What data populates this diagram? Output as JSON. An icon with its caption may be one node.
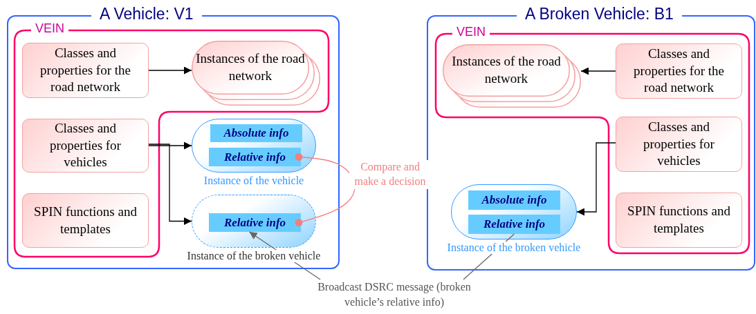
{
  "diagram": {
    "nodes": [
      {
        "text": [
          "A Vehicle: V1"
        ]
      },
      {
        "text": [
          "VEIN"
        ],
        "in": 0
      },
      {
        "text": [
          "Classes and properties for the road network"
        ],
        "in": 1
      },
      {
        "text": [
          "Instances of the road network"
        ],
        "in": 1
      },
      {
        "text": [
          "Classes and properties for vehicles"
        ],
        "in": 1
      },
      {
        "text": [
          "SPIN functions and templates"
        ],
        "in": 1
      },
      {
        "text": [
          "Instance of the vehicle"
        ],
        "in": 0
      },
      {
        "text": [
          "Absolute info"
        ],
        "in": 6
      },
      {
        "text": [
          "Relative info"
        ],
        "in": 6
      },
      {
        "text": [
          "Instance of the broken vehicle"
        ],
        "in": 0
      },
      {
        "text": [
          "Relative info"
        ],
        "in": 9
      },
      {
        "text": [
          "A Broken Vehicle: B1"
        ]
      },
      {
        "text": [
          "VEIN"
        ],
        "in": 11
      },
      {
        "text": [
          "Instances of the road network"
        ],
        "in": 12
      },
      {
        "text": [
          "Classes and properties for the road network"
        ],
        "in": 12
      },
      {
        "text": [
          "Classes and properties for vehicles"
        ],
        "in": 12
      },
      {
        "text": [
          "SPIN functions and templates"
        ],
        "in": 12
      },
      {
        "text": [
          "Instance of the broken vehicle"
        ],
        "in": 11
      },
      {
        "text": [
          "Absolute info"
        ],
        "in": 17
      },
      {
        "text": [
          "Relative info"
        ],
        "in": 17
      },
      {
        "text": [
          "Broadcast DSRC message (broken vehicle’s relative info)"
        ]
      }
    ],
    "edges": [
      {
        "from": 2,
        "to": 3,
        "arrow": "to"
      },
      {
        "from": 4,
        "to": 6,
        "arrow": "to"
      },
      {
        "from": 4,
        "to": 9,
        "arrow": "to"
      },
      {
        "from": 14,
        "to": 13,
        "arrow": "to"
      },
      {
        "from": 15,
        "to": 17,
        "arrow": "to"
      },
      {
        "from": 8,
        "to": 10,
        "arrow": "other",
        "label": "Compare and make a decision",
        "color": "#f08080"
      },
      {
        "from": 20,
        "to": 10,
        "arrow": "to",
        "color": "#666666"
      },
      {
        "from": 20,
        "to": 19,
        "arrow": "none",
        "color": "#666666"
      }
    ]
  }
}
